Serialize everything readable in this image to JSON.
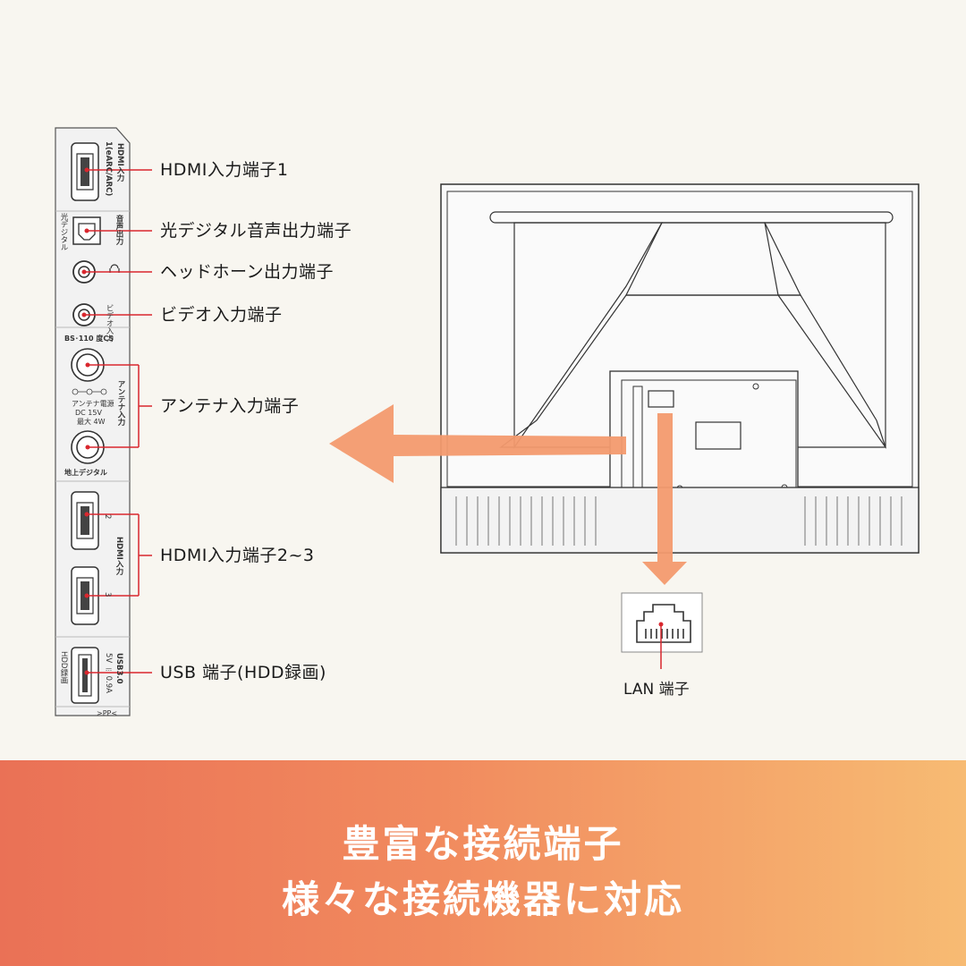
{
  "labels": {
    "hdmi1": "HDMI入力端子1",
    "optical": "光デジタル音声出力端子",
    "headphone": "ヘッドホーン出力端子",
    "video": "ビデオ入力端子",
    "antenna": "アンテナ入力端子",
    "hdmi23": "HDMI入力端子2~3",
    "usb": "USB 端子(HDD録画)",
    "lan": "LAN 端子"
  },
  "panel": {
    "hdmi1_vertical": "HDMI入力",
    "hdmi1_sub": "1(eARC/ARC)",
    "optical_vertical": "音声出力",
    "optical_side": "光デジタル",
    "video_vertical": "ビデオ入力",
    "bs_cs": "BS･110 度CS",
    "antenna_vertical": "アンテナ入力",
    "antenna_power_1": "アンテナ電源",
    "antenna_power_2": "DC 15V",
    "antenna_power_3": "最大 4W",
    "terrestrial": "地上デジタル",
    "hdmi_num2": "2",
    "hdmi_vertical": "HDMI入力",
    "hdmi_num3": "3",
    "usb_vertical": "USB3.0",
    "usb_spec": "5V ⎓ 0.9A",
    "hdd_side": "HDD録画",
    "material": ">PP<"
  },
  "banner": {
    "line1": "豊富な接続端子",
    "line2": "様々な接続機器に対応"
  },
  "colors": {
    "accent_red": "#d9272e",
    "arrow_orange": "#f39a6e",
    "banner_start": "#ea7156",
    "banner_end": "#f7bb73"
  }
}
